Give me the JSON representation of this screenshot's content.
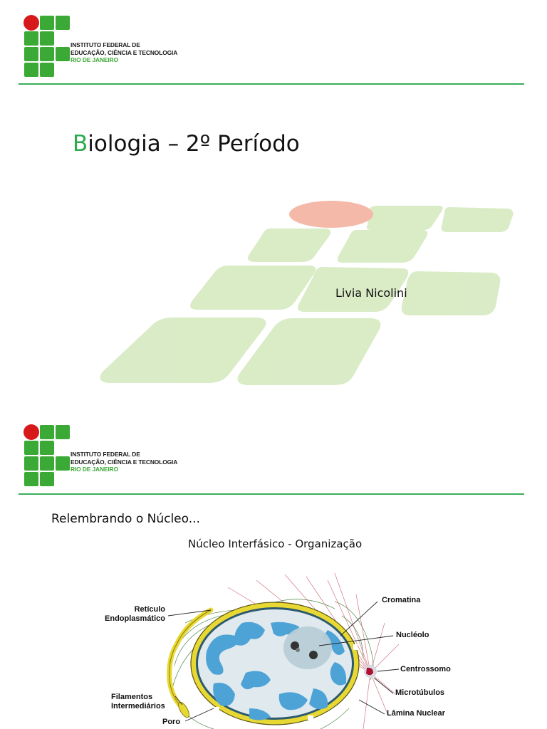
{
  "logo": {
    "line1": "INSTITUTO FEDERAL DE",
    "line2": "EDUCAÇÃO, CIÊNCIA E TECNOLOGIA",
    "line3": "RIO DE JANEIRO",
    "colors": {
      "red": "#d7191c",
      "green": "#3aa935"
    }
  },
  "slide1": {
    "title_first_letter": "B",
    "title_rest": "iologia – 2º Período",
    "author": "Livia Nicolini"
  },
  "slide2": {
    "heading": "Relembrando o Núcleo...",
    "subtitle": "Núcleo Interfásico - Organização",
    "diagram_labels": {
      "reticulo_1": "Retículo",
      "reticulo_2": "Endoplasmático",
      "filamentos_1": "Filamentos",
      "filamentos_2": "Intermediários",
      "poro": "Poro",
      "cromatina": "Cromatina",
      "nucleolo": "Nucléolo",
      "centrossomo": "Centrossomo",
      "microtubulos": "Microtúbulos",
      "lamina": "Lâmina Nuclear"
    }
  },
  "colors": {
    "accent_green": "#2eaa4f",
    "rule_green": "#3aae5a",
    "tile_green": "#d8ebc4",
    "tile_red": "#f4b9a8"
  }
}
